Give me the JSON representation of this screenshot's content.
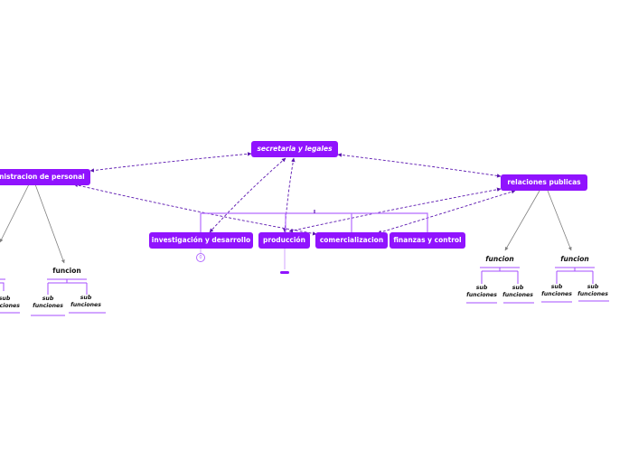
{
  "colors": {
    "node_fill": "#9013fe",
    "node_text": "#ffffff",
    "connector_dashed": "#5b16b0",
    "tree_line": "#a64dff",
    "arrow_line": "#808080"
  },
  "nodes": {
    "center": "secretaria y legales",
    "left": "administracion de personal",
    "right": "relaciones publicas",
    "bottom": [
      "investigación y desarrollo",
      "producción",
      "comercializacion",
      "finanzas y control"
    ]
  },
  "badge_count": "0",
  "left_branch": {
    "function_label": "funcion",
    "sub_label": "sub funciones"
  },
  "right_branch": {
    "function_label": "funcion",
    "sub_label": "sub funciones"
  }
}
